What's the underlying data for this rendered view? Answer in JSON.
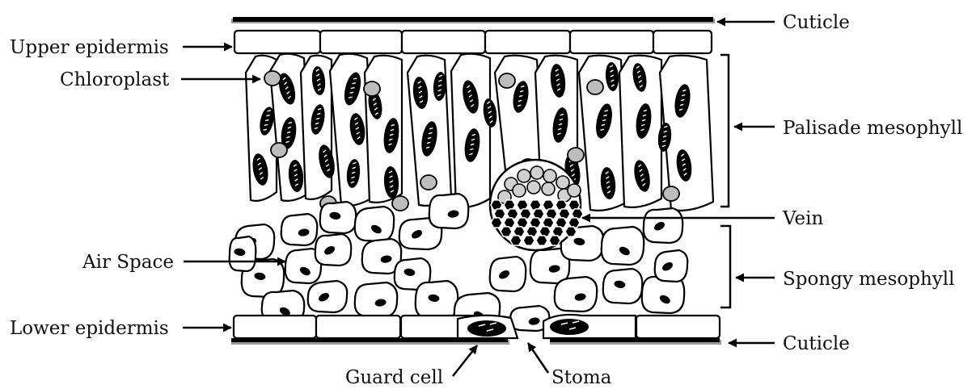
{
  "labels": {
    "upper_epidermis": "Upper epidermis",
    "chloroplast": "Chloroplast",
    "air_space": "Air Space",
    "lower_epidermis": "Lower epidermis",
    "guard_cell": "Guard cell",
    "stoma": "Stoma",
    "cuticle_top": "Cuticle",
    "palisade_mesophyll": "Palisade mesophyll",
    "vein": "Vein",
    "spongy_mesophyll": "Spongy mesophyll",
    "cuticle_bottom": "Cuticle"
  },
  "colors": {
    "ink": "#000000",
    "chloroplast_fill": "#bdbdbd",
    "cuticle_shade": "#9a9a9a",
    "xylem_fill": "#d0d0d0"
  }
}
